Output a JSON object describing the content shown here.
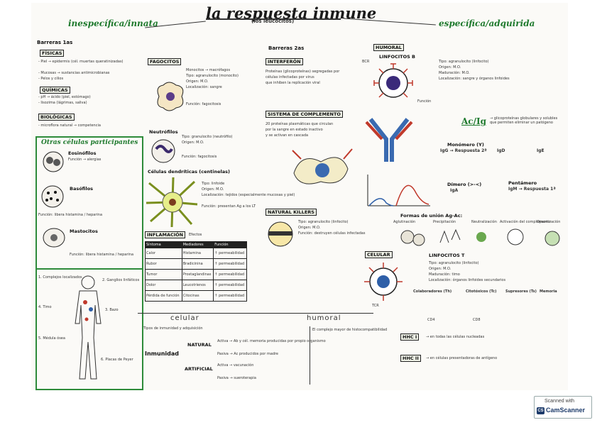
{
  "title": "la respuesta inmune",
  "subtitle": "(los leucocitos)",
  "branches": {
    "innate": "inespecífica/innata",
    "adaptive": "específica/adquirida"
  },
  "left": {
    "barriers1": "Barreras 1as",
    "fisicas": "FÍSICAS",
    "fisicas_items": [
      "- Piel → epidermis (cél. muertas queratinizadas)",
      "- Mucosas → sustancias antimicrobianas",
      "- Pelos y cilios"
    ],
    "quimicas": "QUÍMICAS",
    "quimicas_items": [
      "- pH → ácido (piel, estómago)",
      "- lisozima (lágrimas, saliva)"
    ],
    "biologicas": "BIOLÓGICAS",
    "biologicas_items": [
      "- microflora natural → competencia"
    ],
    "otras": "Otras células participantes",
    "eosinofilos": "Eosinófilos",
    "basofilos": "Basófilos",
    "mastocitos": "Mastocitos",
    "funcion_alergias": "Función → alergias",
    "histamina": "Función: libera histamina / heparina"
  },
  "fagocitos": {
    "title": "FAGOCITOS",
    "items": [
      "Monocitos → macrófagos",
      "Tipo: agranulocito (monocito)",
      "Origen: M.O.",
      "Localización: sangre",
      "Función: fagocitosis"
    ],
    "neutrofilos": "Neutrófilos",
    "neutro_items": [
      "Tipo: granulocito (neutrófilo)",
      "Origen: M.O.",
      "Función: fagocitosis"
    ],
    "dendriticas": "Células dendríticas (centinelas)",
    "dend_items": [
      "Tipo: linfoide",
      "Origen: M.O.",
      "Localización: tejidos (especialmente mucosas y piel)",
      "Función: presentan Ag a los LT"
    ]
  },
  "barriers2": {
    "title": "Barreras 2as",
    "interferon": "INTERFERÓN",
    "interferon_text": [
      "Proteínas (glicoproteínas) segregadas por",
      "células infectadas por virus",
      "que inhiben la replicación viral"
    ],
    "complemento": "SISTEMA DE COMPLEMENTO",
    "complemento_text": [
      "20 proteínas plasmáticas que circulan",
      "por la sangre en estado inactivo",
      "y se activan en cascada"
    ],
    "nk": "NATURAL KILLERS",
    "nk_items": [
      "Tipo: agranulocito (linfocito)",
      "Origen: M.O.",
      "Función: destruyen células infectadas"
    ]
  },
  "inflamacion": {
    "title": "INFLAMACIÓN",
    "efectos": "Efectos",
    "headers": [
      "Síntoma",
      "Mediadores",
      "Función"
    ],
    "rows": [
      [
        "Calor",
        "Histamina",
        "↑ permeabilidad"
      ],
      [
        "Rubor",
        "Bradicinina",
        "↑ permeabilidad"
      ],
      [
        "Tumor",
        "Prostaglandinas",
        "↑ permeabilidad"
      ],
      [
        "Dolor",
        "Leucotrienos",
        "↑ permeabilidad"
      ],
      [
        "Pérdida de función",
        "Citocinas",
        "↑ permeabilidad"
      ]
    ]
  },
  "right": {
    "humoral": "HUMORAL",
    "linfB": "LINFOCITOS B",
    "linfB_items": [
      "Tipo: agranulocito (linfocito)",
      "Origen: M.O.",
      "Maduración: M.O.",
      "Localización: sangre y órganos linfoides"
    ],
    "bcr": "BCR",
    "funcion": "Función",
    "acig": "Ac/Ig",
    "acig_text": "→ glicoproteínas globulares y solubles que permiten eliminar un patógeno",
    "igs": [
      "IgG → Respuesta 2ª",
      "IgD",
      "IgE",
      "IgA",
      "IgM → Respuesta 1ª"
    ],
    "monomero": "Monómero (Y)",
    "dimero": "Dímero (>-<)",
    "pentamero": "Pentámero",
    "formas": "Formas de unión Ag-Ac:",
    "formas_items": [
      "Aglutinación",
      "Precipitación",
      "Neutralización",
      "Activación del complemento",
      "Opsonización"
    ],
    "celular": "CELULAR",
    "linfT": "LINFOCITOS T",
    "linfT_items": [
      "Tipo: agranulocito (linfocito)",
      "Origen: M.O.",
      "Maduración: timo",
      "Localización: órganos linfoides secundarios"
    ],
    "tcr": "TCR",
    "tipos_t": [
      "Citotóxicos (Tc)",
      "Colaboradores (Th)",
      "Supresores (Ts)",
      "Memoria"
    ],
    "cd": [
      "CD8",
      "CD4"
    ],
    "hhc1": "HHC I",
    "hhc2": "HHC II",
    "hhc1_text": "→ en todas las células nucleadas",
    "hhc2_text": "→ en células presentadoras de antígeno"
  },
  "bottom": {
    "celular": "celular",
    "humoral": "humoral",
    "inmunidad": "Inmunidad",
    "natural": "NATURAL",
    "artificial": "ARTIFICIAL",
    "tipos_text": "Tipos de inmunidad y adquisición",
    "nat_items": [
      "Activa → Ab y cél. memoria producidas por propio organismo",
      "Pasiva → Ac producidos por madre"
    ],
    "art_items": [
      "Activa → vacunación",
      "Pasiva → sueroterapia"
    ],
    "note": "El complejo mayor de histocompatibilidad"
  },
  "body_notes": [
    "1. Complejos localizados",
    "2. Ganglios linfáticos",
    "3. Bazo",
    "4. Timo",
    "5. Médula ósea",
    "6. Placas de Peyer"
  ],
  "scanner": {
    "line1": "Scanned with",
    "brand": "CamScanner"
  }
}
